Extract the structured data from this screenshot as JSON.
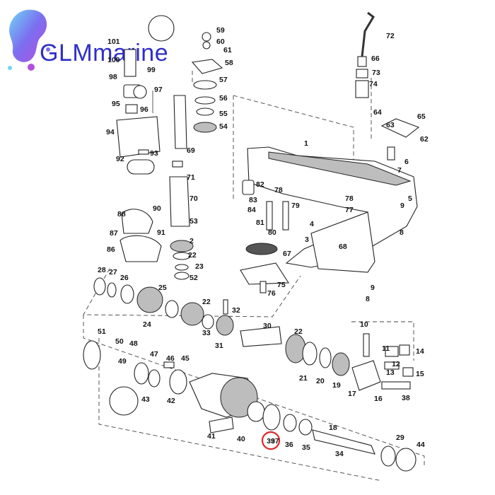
{
  "brand": {
    "text": "GLMmarine",
    "color": "#2f2fc8"
  },
  "highlight": {
    "part": "39",
    "color": "#e0252a"
  },
  "callouts": [
    "101",
    "100",
    "99",
    "98",
    "97",
    "95",
    "96",
    "94",
    "93",
    "92",
    "59",
    "60",
    "61",
    "58",
    "57",
    "56",
    "55",
    "54",
    "69",
    "72",
    "66",
    "73",
    "74",
    "64",
    "65",
    "63",
    "62",
    "1",
    "6",
    "7",
    "5",
    "71",
    "70",
    "82",
    "78",
    "83",
    "84",
    "81",
    "79",
    "80",
    "78",
    "77",
    "9",
    "8",
    "4",
    "3",
    "68",
    "90",
    "88",
    "91",
    "53",
    "87",
    "86",
    "2",
    "22",
    "23",
    "52",
    "67",
    "75",
    "76",
    "9",
    "8",
    "28",
    "27",
    "26",
    "25",
    "24",
    "22",
    "32",
    "33",
    "31",
    "51",
    "50",
    "48",
    "49",
    "47",
    "46",
    "45",
    "30",
    "22",
    "10",
    "11",
    "14",
    "12",
    "13",
    "15",
    "21",
    "20",
    "19",
    "17",
    "18",
    "16",
    "38",
    "39",
    "37",
    "36",
    "35",
    "34",
    "29",
    "44",
    "43",
    "42",
    "41",
    "40"
  ]
}
